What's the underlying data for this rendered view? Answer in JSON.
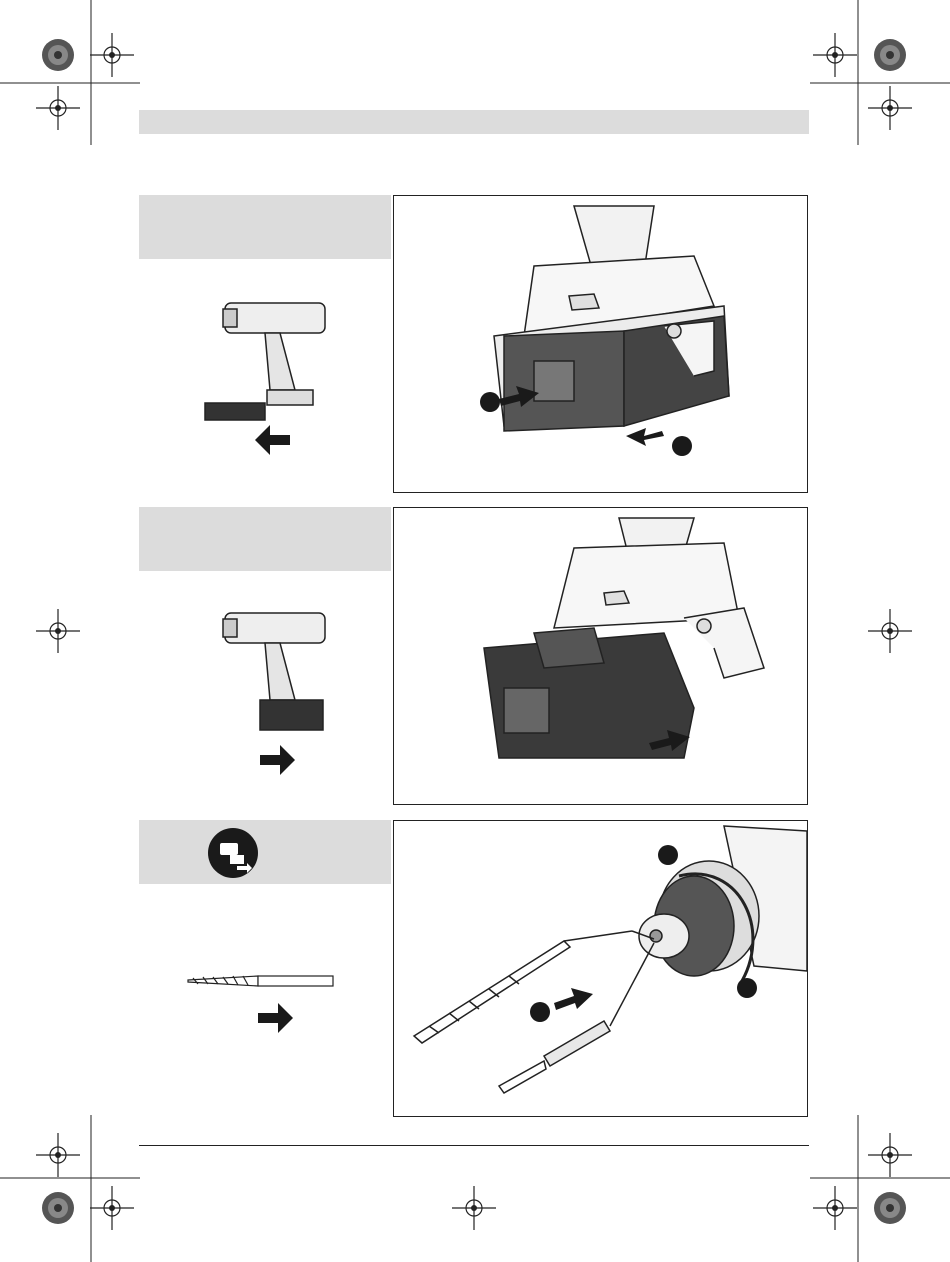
{
  "page": {
    "header_bar_color": "#dcdcdc",
    "sidebar_color": "#dcdcdc",
    "ink_color": "#1a1a1a"
  },
  "steps": [
    {
      "icon": "battery-remove-illustration",
      "arrow": "arrow-left-icon",
      "callouts": 2
    },
    {
      "icon": "battery-insert-illustration",
      "arrow": "arrow-right-icon",
      "callouts": 0
    },
    {
      "icon": "tool-insert-symbol",
      "arrow": "arrow-right-icon",
      "callouts": 3
    }
  ]
}
